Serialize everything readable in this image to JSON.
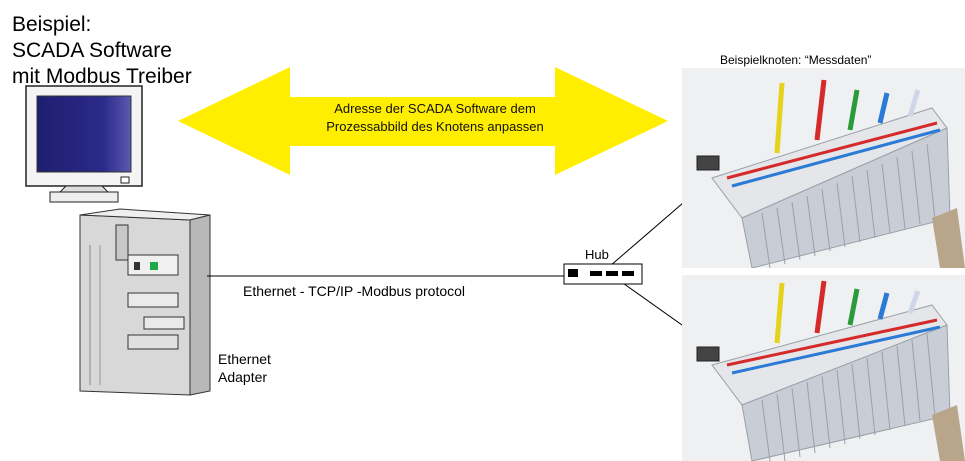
{
  "title": {
    "line1": "Beispiel:",
    "line2": "SCADA Software",
    "line3": "mit Modbus Treiber"
  },
  "arrow": {
    "line1": "Adresse der SCADA Software dem",
    "line2": "Prozessabbild des Knotens anpassen",
    "color": "#ffee00"
  },
  "node_caption": "Beispielknoten: “Messdaten”",
  "connection_label": "Ethernet - TCP/IP -Modbus protocol",
  "hub_label": "Hub",
  "adapter": {
    "line1": "Ethernet",
    "line2": "Adapter"
  },
  "colors": {
    "monitor_screen": "#2a2a7a",
    "lever_colors": [
      "#e6d21a",
      "#d62a2a",
      "#2a9a3a",
      "#2a7ad6",
      "#cfd6ea"
    ]
  }
}
